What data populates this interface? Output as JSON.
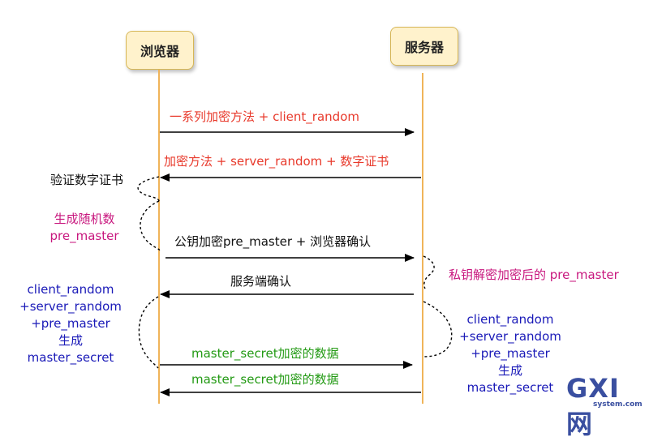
{
  "actors": {
    "browser": "浏览器",
    "server": "服务器"
  },
  "messages": {
    "m1": "一系列加密方法 + client_random",
    "m2": "加密方法  + server_random + 数字证书",
    "m3": "公钥加密pre_master + 浏览器确认",
    "m4": "服务端确认",
    "m5": "master_secret加密的数据",
    "m6": "master_secret加密的数据"
  },
  "notes": {
    "verify_cert": "验证数字证书",
    "gen_random_1": "生成随机数",
    "gen_random_2": "pre_master",
    "decrypt": "私钥解密加密后的 pre_master",
    "client_calc": [
      "client_random",
      "+server_random",
      "+pre_master",
      "生成",
      "master_secret"
    ],
    "server_calc": [
      "client_random",
      "+server_random",
      "+pre_master",
      "生成",
      "master_secret"
    ]
  },
  "watermark": {
    "main": "GXI网",
    "sub": "system.com"
  },
  "colors": {
    "actor_fill": "#fff2cc",
    "actor_border": "#d6b656",
    "lifeline": "#f0b459",
    "red_text": "#e8392b",
    "magenta_text": "#c8177e",
    "blue_text": "#1a1ab8",
    "green_text": "#239a14"
  }
}
